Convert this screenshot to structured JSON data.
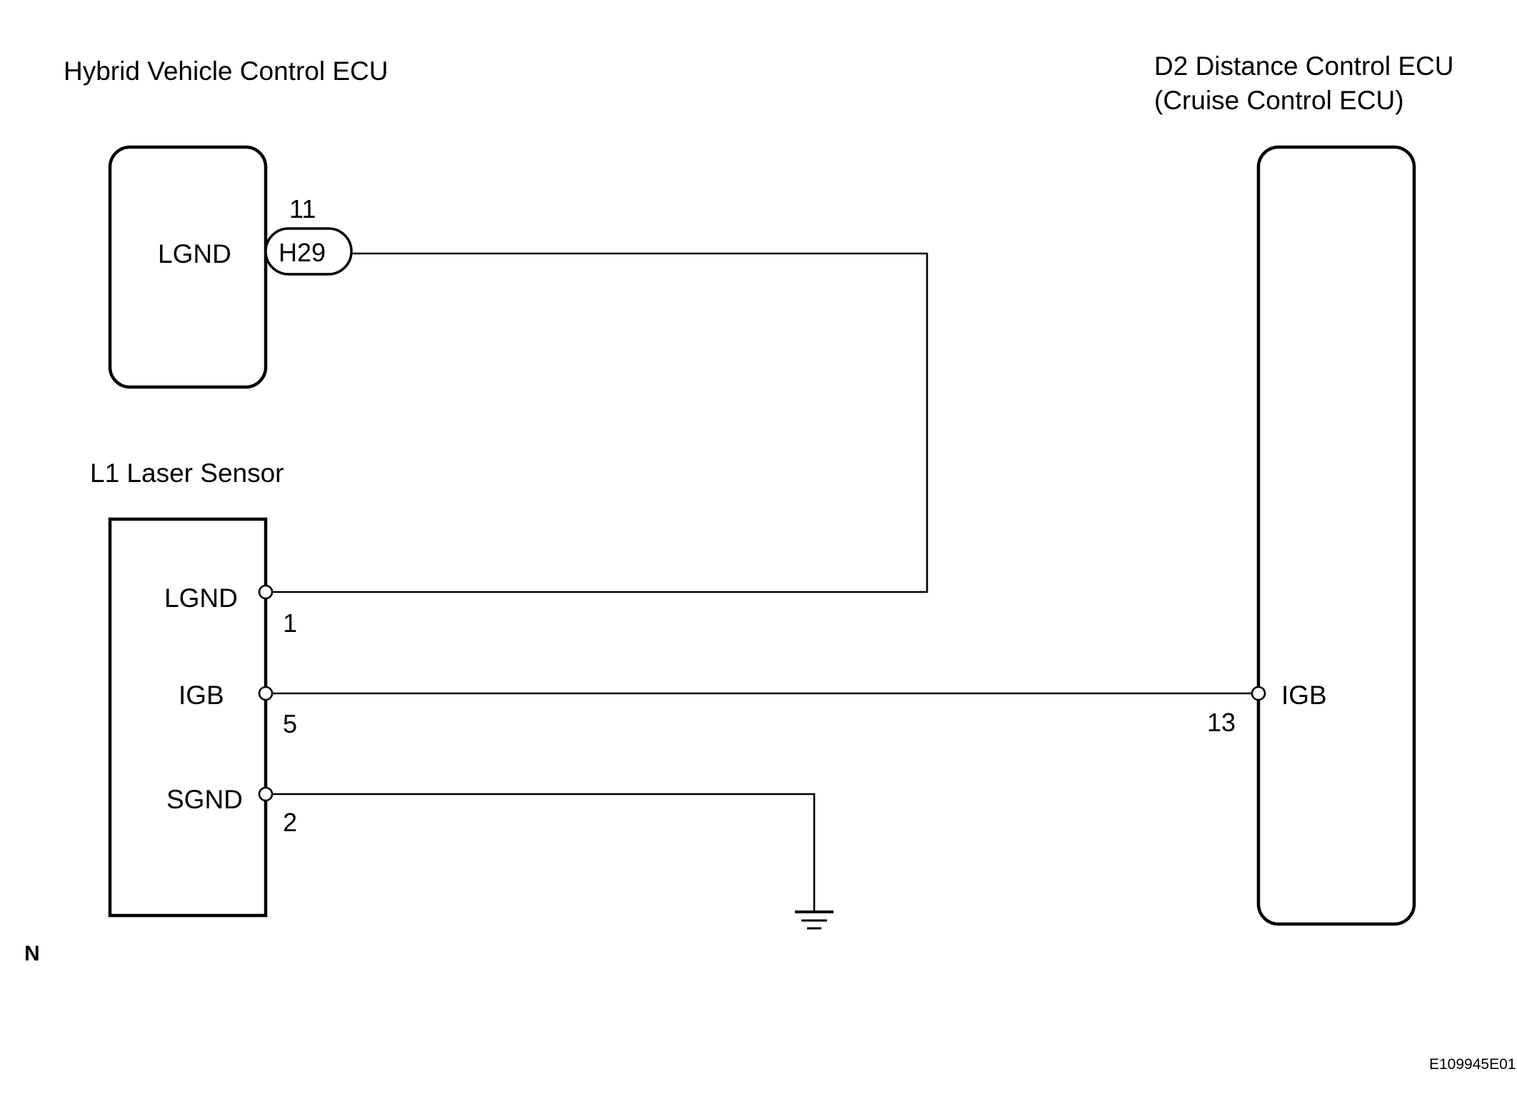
{
  "components": {
    "hv_ecu": {
      "title": "Hybrid Vehicle Control ECU",
      "pin_label": "LGND",
      "pin_number": "11",
      "connector": "H29"
    },
    "distance_ecu": {
      "title_line1": "D2 Distance Control ECU",
      "title_line2": "(Cruise Control ECU)",
      "pin_label": "IGB",
      "pin_number": "13"
    },
    "laser_sensor": {
      "title": "L1 Laser Sensor",
      "pins": [
        {
          "label": "LGND",
          "number": "1"
        },
        {
          "label": "IGB",
          "number": "5"
        },
        {
          "label": "SGND",
          "number": "2"
        }
      ]
    }
  },
  "corner_mark": "N",
  "figure_code": "E109945E01",
  "colors": {
    "line": "#000000",
    "background": "#ffffff"
  }
}
